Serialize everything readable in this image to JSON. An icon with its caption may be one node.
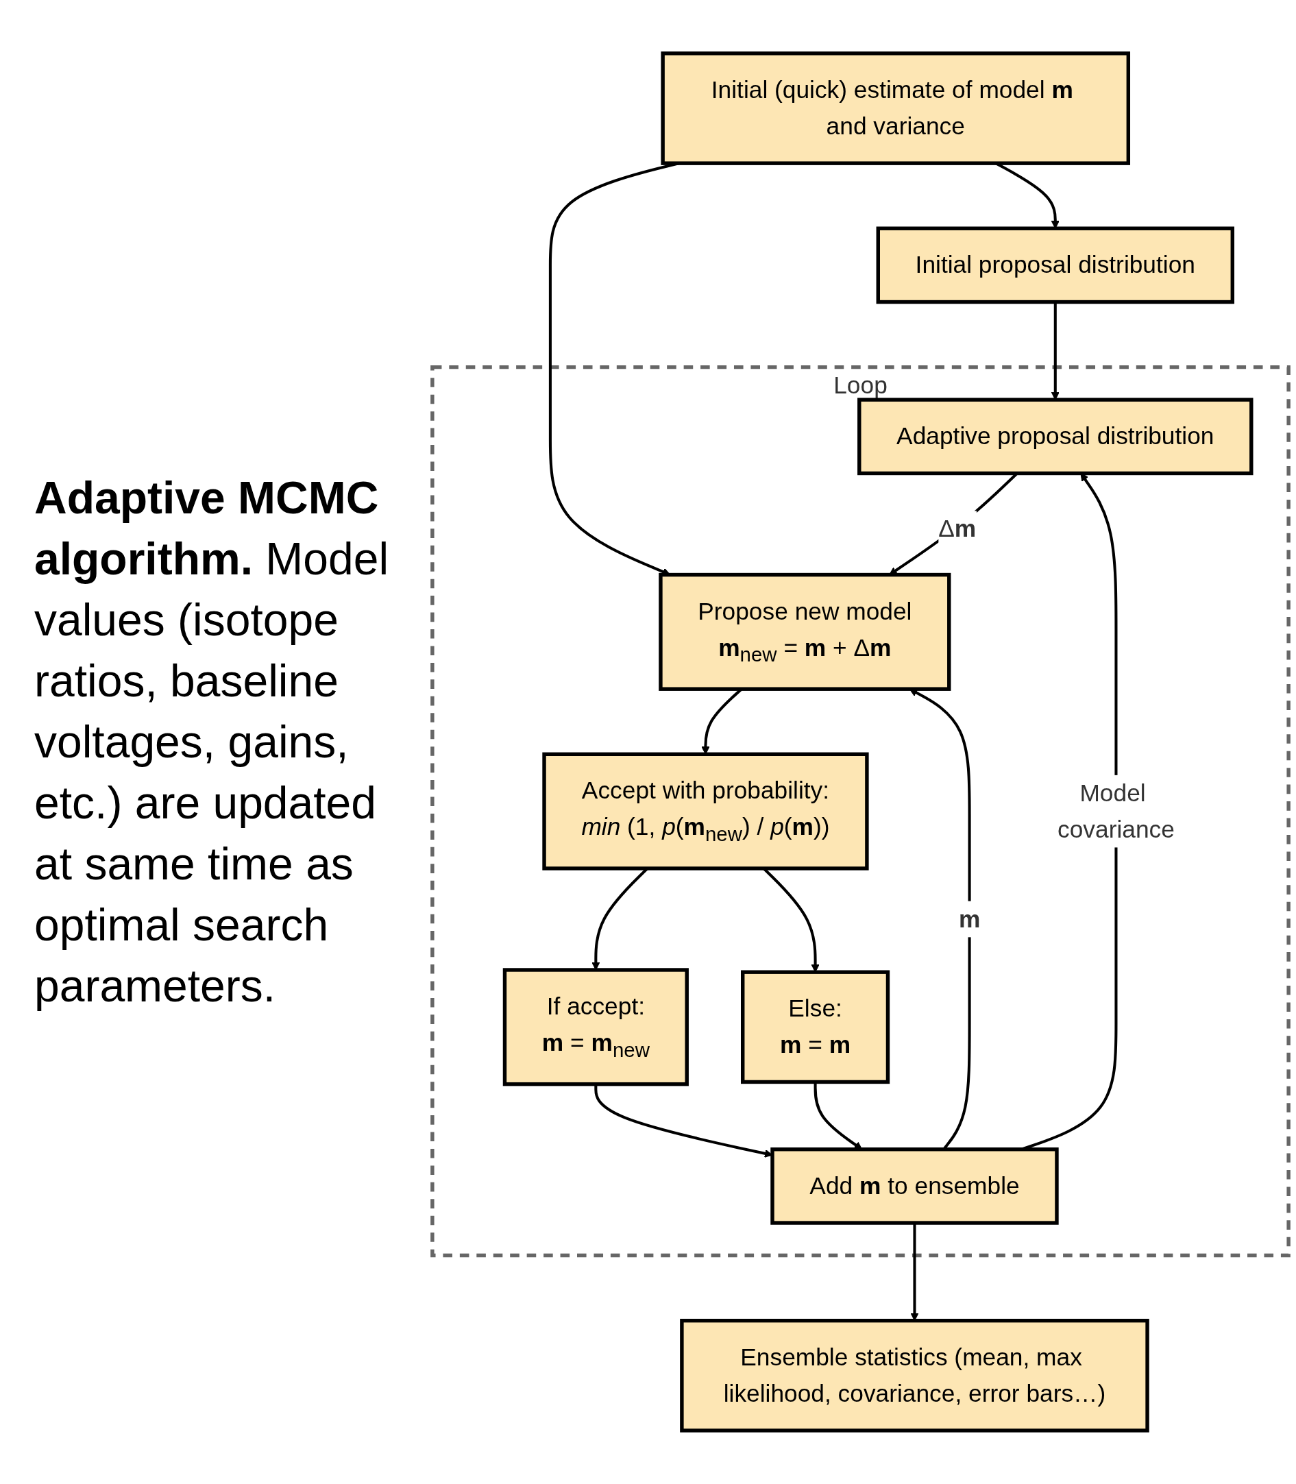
{
  "diagram": {
    "caption": "**Adaptive MCMC algorithm.** Model values (isotope ratios, baseline voltages, gains, etc.) are updated at same time as optimal search parameters.",
    "nodes": [
      {
        "text": [
          "Initial (quick) estimate of model **m** and variance"
        ]
      },
      {
        "text": [
          "Initial proposal distribution"
        ]
      },
      {
        "text": [
          "Loop"
        ]
      },
      {
        "text": [
          "Adaptive proposal distribution"
        ],
        "in": 2
      },
      {
        "text": [
          "Propose new model",
          "**m**$_{new}$ = **m** + Δ**m**"
        ],
        "in": 2
      },
      {
        "text": [
          "Accept with probability:",
          "*min* (1, *p*(**m**$_{new}$) / *p*(**m**))"
        ],
        "in": 2
      },
      {
        "text": [
          "If accept:",
          "**m** = **m**$_{new}$"
        ],
        "in": 2
      },
      {
        "text": [
          "Else:",
          "**m** = **m**"
        ],
        "in": 2
      },
      {
        "text": [
          "Add **m** to ensemble"
        ],
        "in": 2
      },
      {
        "text": [
          "Ensemble statistics (mean, max likelihood, covariance, error bars…)"
        ]
      }
    ],
    "edges": [
      {
        "from": 0,
        "to": 1,
        "arrow": "to"
      },
      {
        "from": 0,
        "to": 4,
        "arrow": "to"
      },
      {
        "from": 1,
        "to": 3,
        "arrow": "to"
      },
      {
        "from": 3,
        "to": 4,
        "arrow": "to",
        "label": "Δ**m**"
      },
      {
        "from": 4,
        "to": 5,
        "arrow": "to"
      },
      {
        "from": 5,
        "to": 6,
        "arrow": "to"
      },
      {
        "from": 5,
        "to": 7,
        "arrow": "to"
      },
      {
        "from": 6,
        "to": 8,
        "arrow": "to"
      },
      {
        "from": 7,
        "to": 8,
        "arrow": "to"
      },
      {
        "from": 8,
        "to": 4,
        "arrow": "to",
        "label": "**m**"
      },
      {
        "from": 8,
        "to": 3,
        "arrow": "to",
        "label": "Model covariance"
      },
      {
        "from": 8,
        "to": 9,
        "arrow": "to"
      }
    ]
  }
}
